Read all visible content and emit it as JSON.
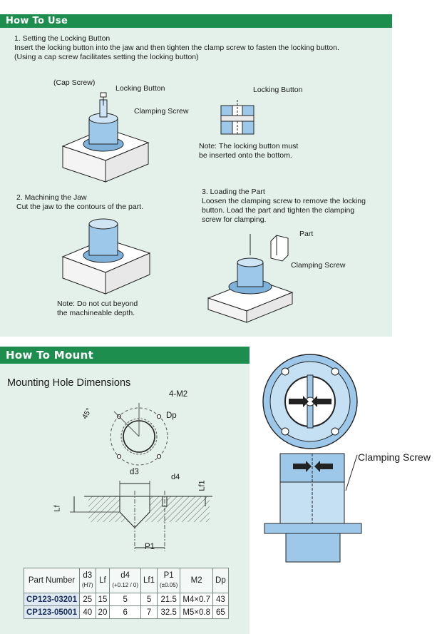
{
  "how_to_use": {
    "title": "How To Use",
    "step1_title": "1. Setting the Locking Button",
    "step1_line1": "Insert the locking button into the jaw and then tighten the clamp screw to fasten the locking button.",
    "step1_line2": "(Using a cap screw facilitates setting the locking button)",
    "label_cap_screw": "(Cap Screw)",
    "label_locking_button": "Locking Button",
    "label_clamping_screw": "Clamping Screw",
    "label_locking_button_2": "Locking Button",
    "note1_line1": "Note: The locking button must",
    "note1_line2": "be inserted onto the bottom.",
    "step2_title": "2. Machining the Jaw",
    "step2_line1": "Cut the jaw to the contours of the part.",
    "note2_line1": "Note: Do not cut beyond",
    "note2_line2": "the machineable depth.",
    "step3_title": "3. Loading the Part",
    "step3_line1": "Loosen the clamping screw to remove the locking",
    "step3_line2": "button. Load the part and tighten the clamping",
    "step3_line3": "screw for clamping.",
    "label_part": "Part",
    "label_clamping_screw_3": "Clamping Screw"
  },
  "how_to_mount": {
    "title": "How To Mount",
    "subtitle": "Mounting Hole Dimensions",
    "label_angle": "45°",
    "label_holes": "4-M2",
    "label_dp": "Dp",
    "label_d3": "d3",
    "label_d4": "d4",
    "label_lf1": "Lf1",
    "label_lf": "Lf",
    "label_p1": "P1",
    "label_clamping_screw": "Clamping Screw"
  },
  "table": {
    "headers": [
      {
        "main": "Part Number",
        "sub": ""
      },
      {
        "main": "d3",
        "sub": "(H7)"
      },
      {
        "main": "Lf",
        "sub": ""
      },
      {
        "main": "d4",
        "sub": "(+0.12 / 0)"
      },
      {
        "main": "Lf1",
        "sub": ""
      },
      {
        "main": "P1",
        "sub": "(±0.05)"
      },
      {
        "main": "M2",
        "sub": ""
      },
      {
        "main": "Dp",
        "sub": ""
      }
    ],
    "rows": [
      [
        "CP123-03201",
        "25",
        "15",
        "5",
        "5",
        "21.5",
        "M4×0.7",
        "43"
      ],
      [
        "CP123-05001",
        "40",
        "20",
        "6",
        "7",
        "32.5",
        "M5×0.8",
        "65"
      ]
    ]
  },
  "colors": {
    "header_green": "#1e8e4f",
    "panel_bg": "#e3f1ea",
    "part_blue": "#9ec8ea"
  }
}
